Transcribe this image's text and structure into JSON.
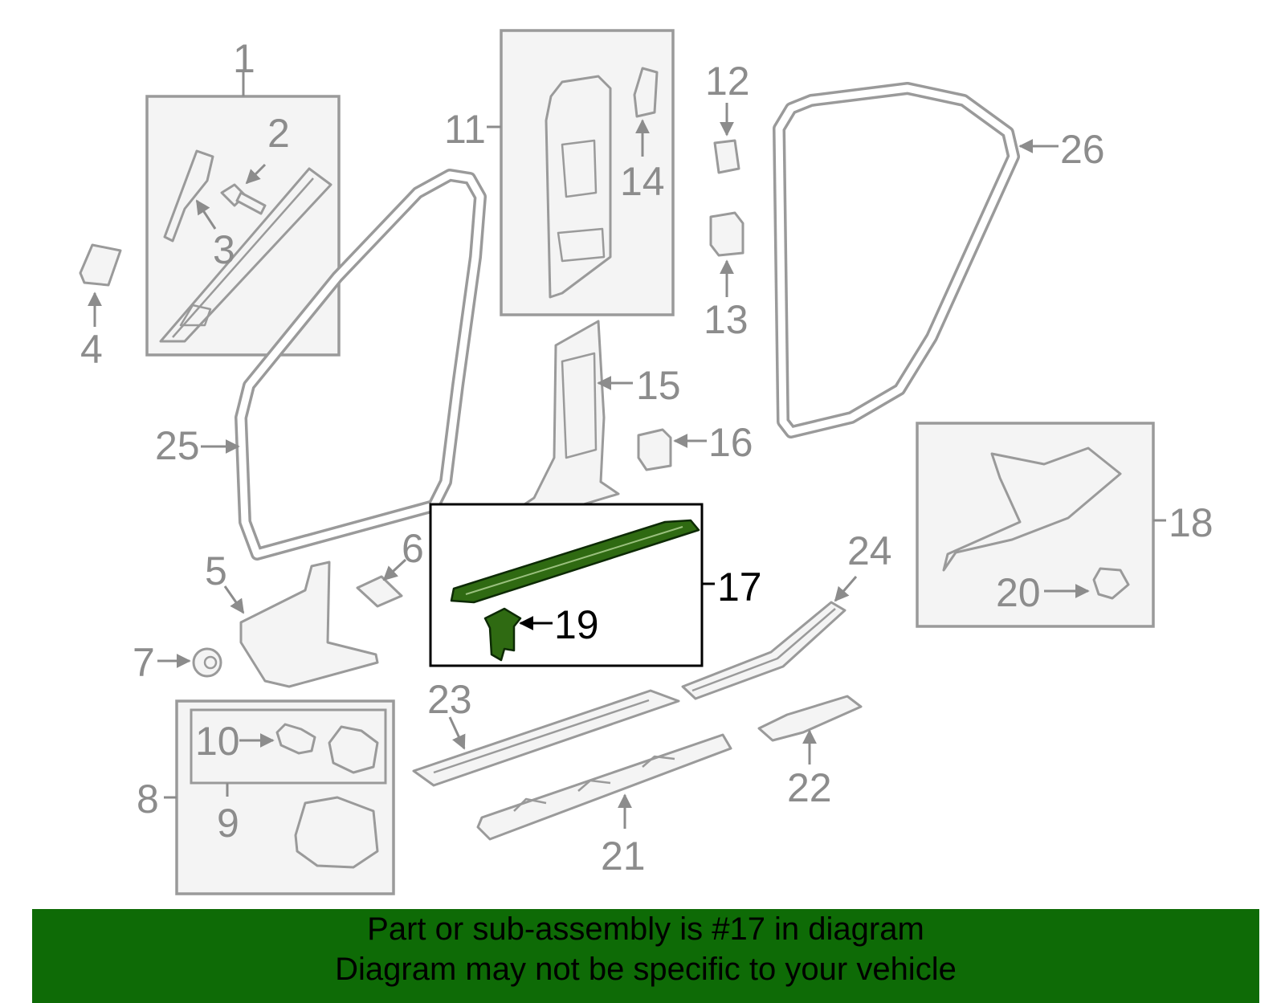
{
  "diagram": {
    "callouts": [
      "1",
      "2",
      "3",
      "4",
      "5",
      "6",
      "7",
      "8",
      "9",
      "10",
      "11",
      "12",
      "13",
      "14",
      "15",
      "16",
      "17",
      "18",
      "19",
      "20",
      "21",
      "22",
      "23",
      "24",
      "25",
      "26"
    ],
    "highlighted_part": "17",
    "highlight_color": "#0e6b06",
    "line_color": "#9a9a9a"
  },
  "banner": {
    "line1": "Part or sub-assembly is #17 in diagram",
    "line2": "Diagram may not be specific to your vehicle",
    "background": "#0e6b06"
  }
}
